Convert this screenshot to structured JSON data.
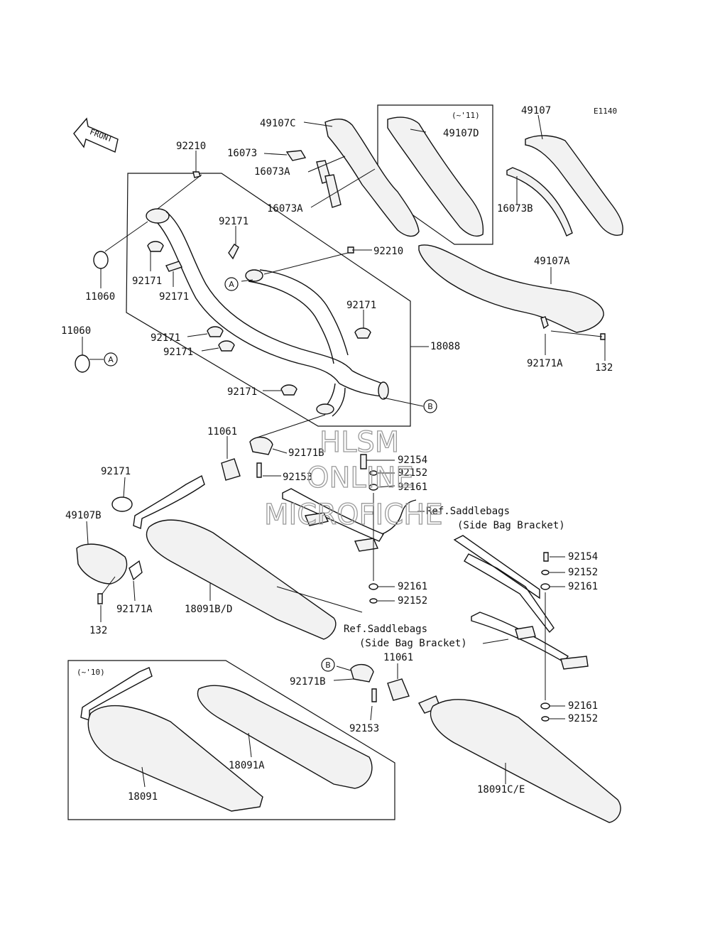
{
  "diagram_code": "E1140",
  "front_label": "FRONT",
  "watermark": [
    "HLSM",
    "ONLINE",
    "MICROFICHE"
  ],
  "frame_notes": {
    "upper_note": "(~'11)",
    "lower_note": "(~'10)"
  },
  "callouts": [
    "A",
    "B"
  ],
  "refs": [
    {
      "line1": "Ref.Saddlebags",
      "line2": "(Side Bag Bracket)"
    },
    {
      "line1": "Ref.Saddlebags",
      "line2": "(Side Bag Bracket)"
    }
  ],
  "labels": [
    {
      "id": "l-49107C",
      "text": "49107C"
    },
    {
      "id": "l-49107D",
      "text": "49107D"
    },
    {
      "id": "l-49107",
      "text": "49107"
    },
    {
      "id": "l-16073",
      "text": "16073"
    },
    {
      "id": "l-16073A-1",
      "text": "16073A"
    },
    {
      "id": "l-16073A-2",
      "text": "16073A"
    },
    {
      "id": "l-16073B",
      "text": "16073B"
    },
    {
      "id": "l-92210-1",
      "text": "92210"
    },
    {
      "id": "l-92210-2",
      "text": "92210"
    },
    {
      "id": "l-92171-1",
      "text": "92171"
    },
    {
      "id": "l-92171-2",
      "text": "92171"
    },
    {
      "id": "l-92171-3",
      "text": "92171"
    },
    {
      "id": "l-92171-4",
      "text": "92171"
    },
    {
      "id": "l-92171-5",
      "text": "92171"
    },
    {
      "id": "l-92171-6",
      "text": "92171"
    },
    {
      "id": "l-92171-7",
      "text": "92171"
    },
    {
      "id": "l-92171-8",
      "text": "92171"
    },
    {
      "id": "l-11060-1",
      "text": "11060"
    },
    {
      "id": "l-11060-2",
      "text": "11060"
    },
    {
      "id": "l-49107A",
      "text": "49107A"
    },
    {
      "id": "l-92171A-1",
      "text": "92171A"
    },
    {
      "id": "l-132-1",
      "text": "132"
    },
    {
      "id": "l-18088",
      "text": "18088"
    },
    {
      "id": "l-11061-1",
      "text": "11061"
    },
    {
      "id": "l-92171B-1",
      "text": "92171B"
    },
    {
      "id": "l-92153-1",
      "text": "92153"
    },
    {
      "id": "l-92154-1",
      "text": "92154"
    },
    {
      "id": "l-92152-1",
      "text": "92152"
    },
    {
      "id": "l-92161-1",
      "text": "92161"
    },
    {
      "id": "l-49107B",
      "text": "49107B"
    },
    {
      "id": "l-92171A-2",
      "text": "92171A"
    },
    {
      "id": "l-132-2",
      "text": "132"
    },
    {
      "id": "l-18091BD",
      "text": "18091B/D"
    },
    {
      "id": "l-92161-2",
      "text": "92161"
    },
    {
      "id": "l-92152-2",
      "text": "92152"
    },
    {
      "id": "l-92154-2",
      "text": "92154"
    },
    {
      "id": "l-92152-3",
      "text": "92152"
    },
    {
      "id": "l-92161-3",
      "text": "92161"
    },
    {
      "id": "l-11061-2",
      "text": "11061"
    },
    {
      "id": "l-92171B-2",
      "text": "92171B"
    },
    {
      "id": "l-92153-2",
      "text": "92153"
    },
    {
      "id": "l-92161-4",
      "text": "92161"
    },
    {
      "id": "l-92152-4",
      "text": "92152"
    },
    {
      "id": "l-18091A",
      "text": "18091A"
    },
    {
      "id": "l-18091",
      "text": "18091"
    },
    {
      "id": "l-18091CE",
      "text": "18091C/E"
    }
  ]
}
